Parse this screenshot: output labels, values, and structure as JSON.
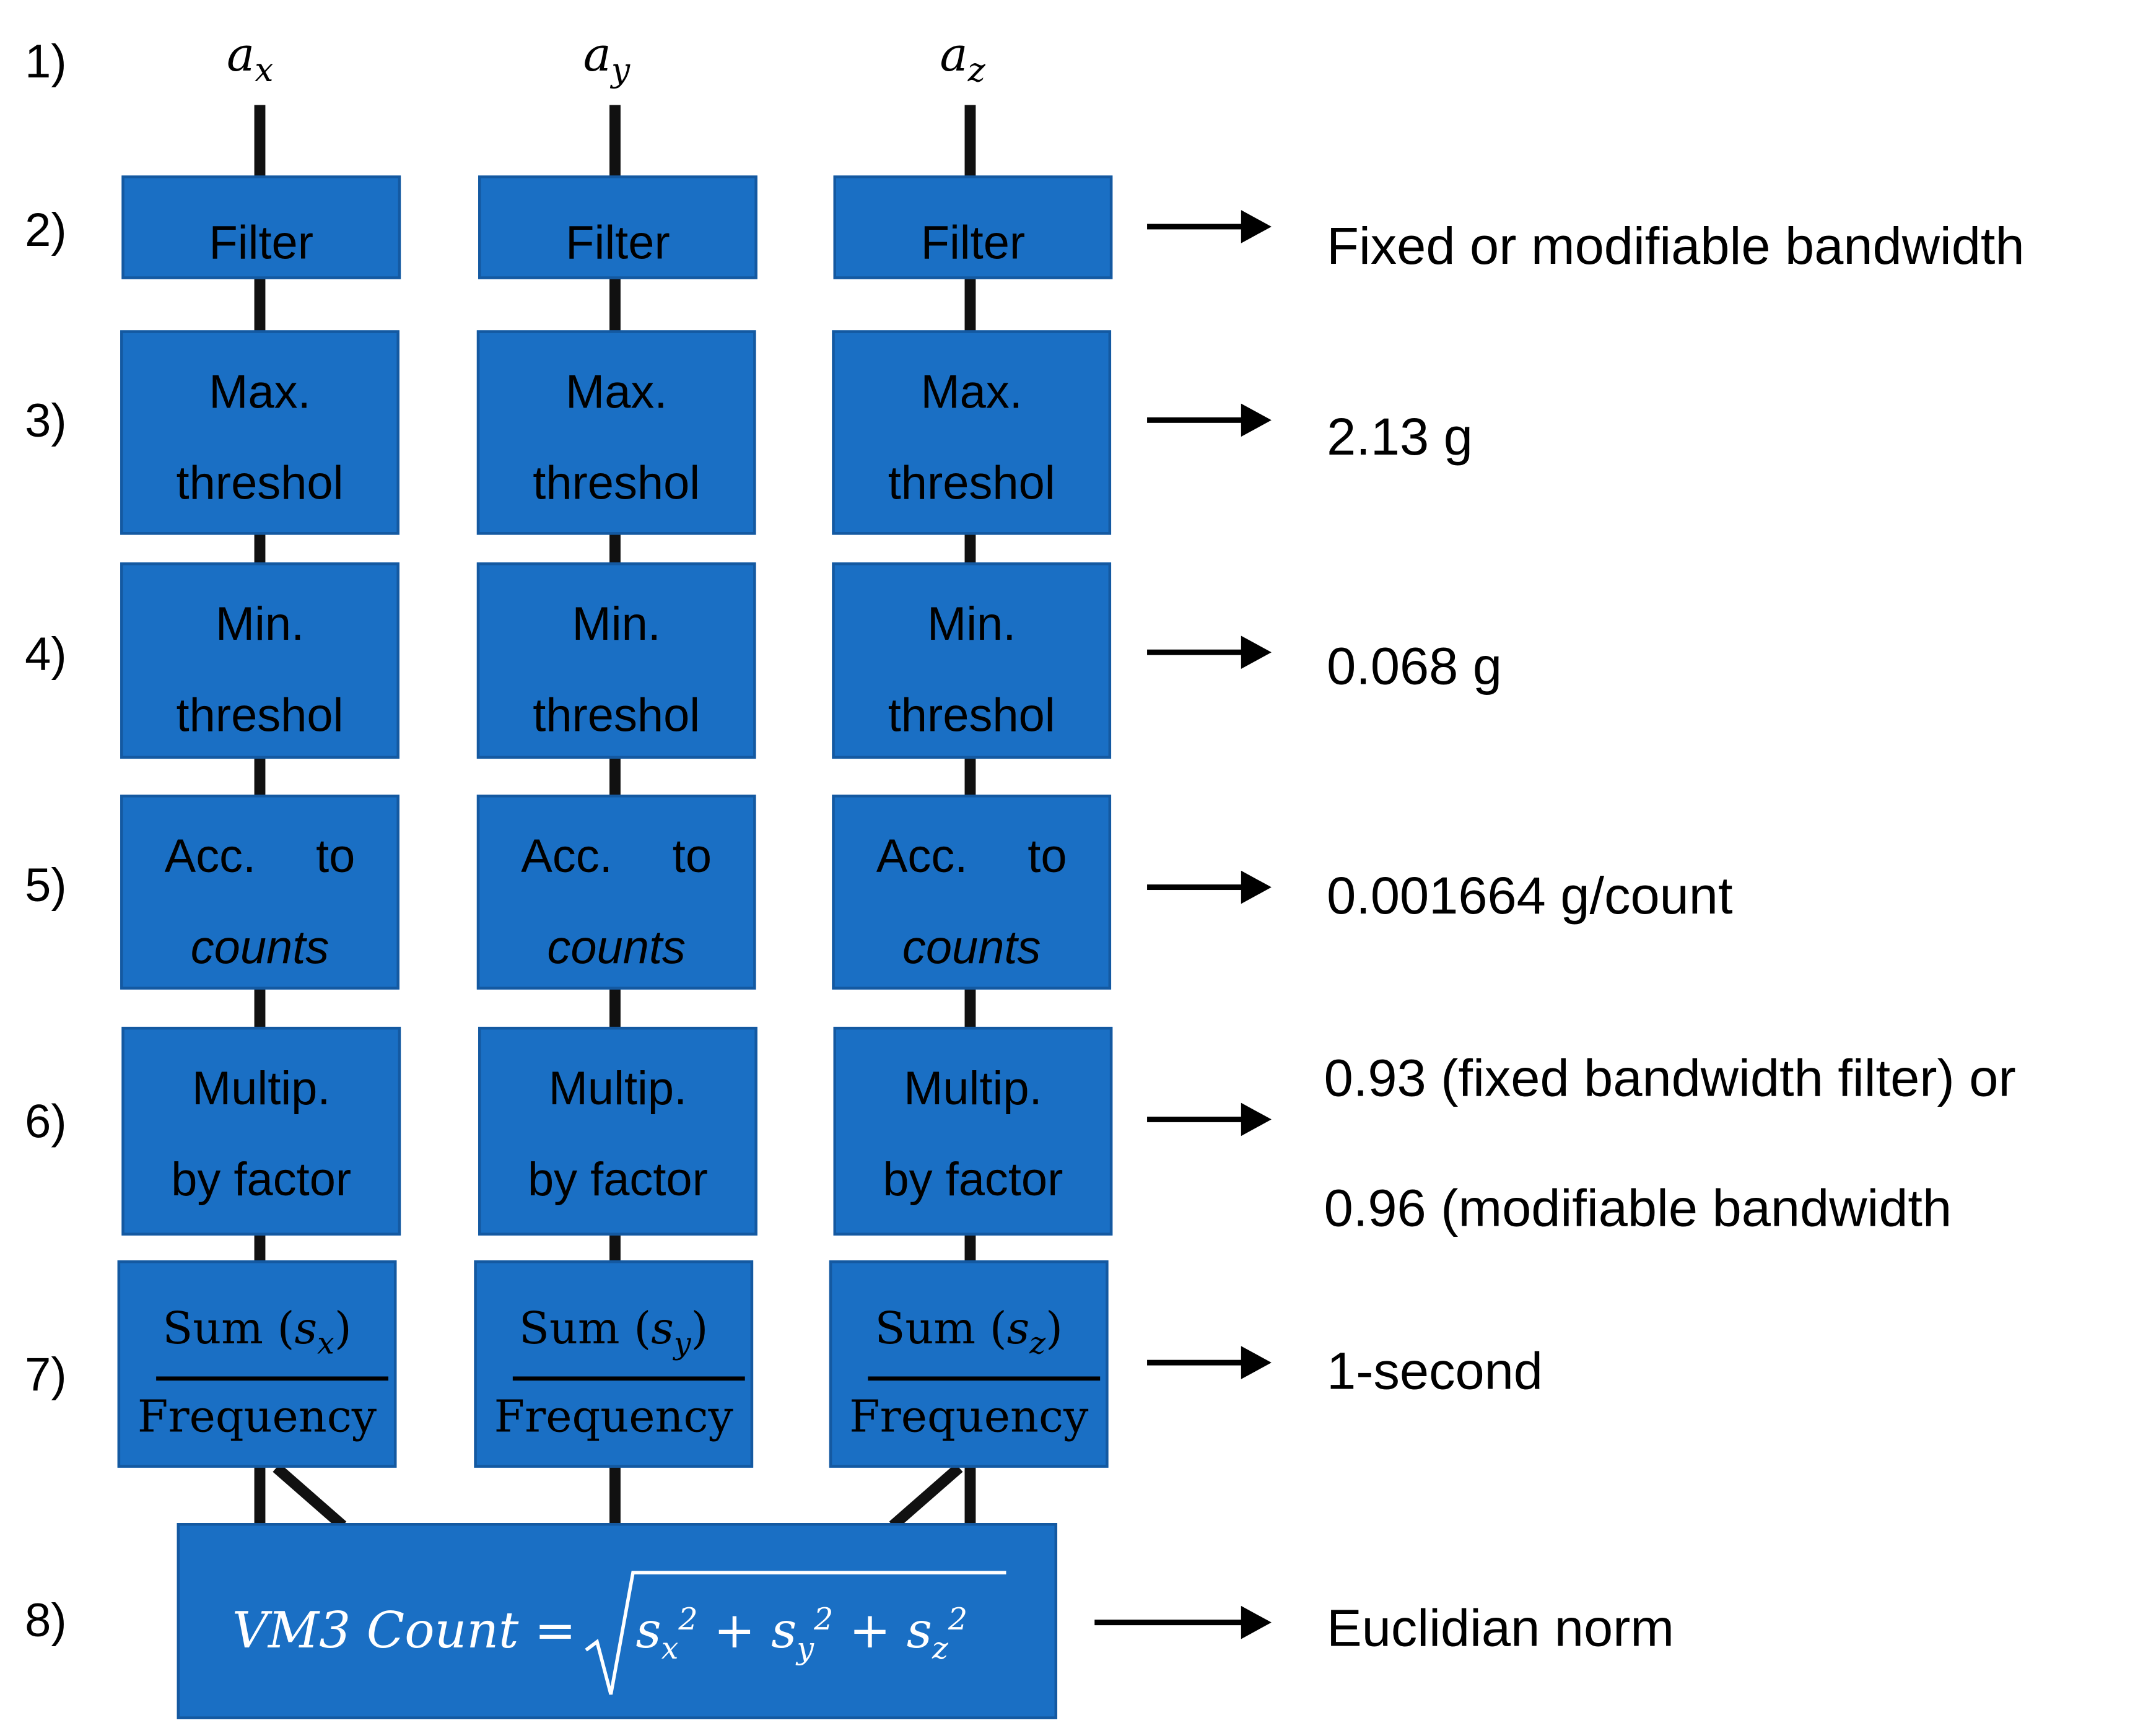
{
  "steps": [
    "1)",
    "2)",
    "3)",
    "4)",
    "5)",
    "6)",
    "7)",
    "8)"
  ],
  "axes": [
    {
      "base": "a",
      "sub": "x"
    },
    {
      "base": "a",
      "sub": "y"
    },
    {
      "base": "a",
      "sub": "z"
    }
  ],
  "columns": [
    {
      "sum_label": "Sum (",
      "sum_var": "s",
      "sum_sub": "x",
      "sum_close": ")"
    },
    {
      "sum_label": "Sum (",
      "sum_var": "s",
      "sum_sub": "y",
      "sum_close": ")"
    },
    {
      "sum_label": "Sum (",
      "sum_var": "s",
      "sum_sub": "z",
      "sum_close": ")"
    }
  ],
  "blocks": {
    "filter": "Filter",
    "max_line1": "Max.",
    "max_line2": "threshol",
    "min_line1": "Min.",
    "min_line2": "threshol",
    "acc_line1": "Acc. to",
    "acc_line2": "counts",
    "mult_line1": "Multip.",
    "mult_line2": "by factor",
    "frequency": "Frequency"
  },
  "formula": {
    "lhs": "VM3 Count =",
    "rhs": "sₓ² + sᵧ² + s_z²",
    "var": "s",
    "sub_x": "x",
    "sub_y": "y",
    "sub_z": "z",
    "exp": "2",
    "plus": "+"
  },
  "descriptions": {
    "filter": "Fixed or modifiable bandwidth",
    "max": "2.13 g",
    "min": "0.068 g",
    "acc": "0.001664 g/count",
    "mult_line1": "0.93 (fixed bandwidth filter) or",
    "mult_line2": "0.96 (modifiable bandwidth",
    "sum": "1-second",
    "norm": "Euclidian norm"
  }
}
